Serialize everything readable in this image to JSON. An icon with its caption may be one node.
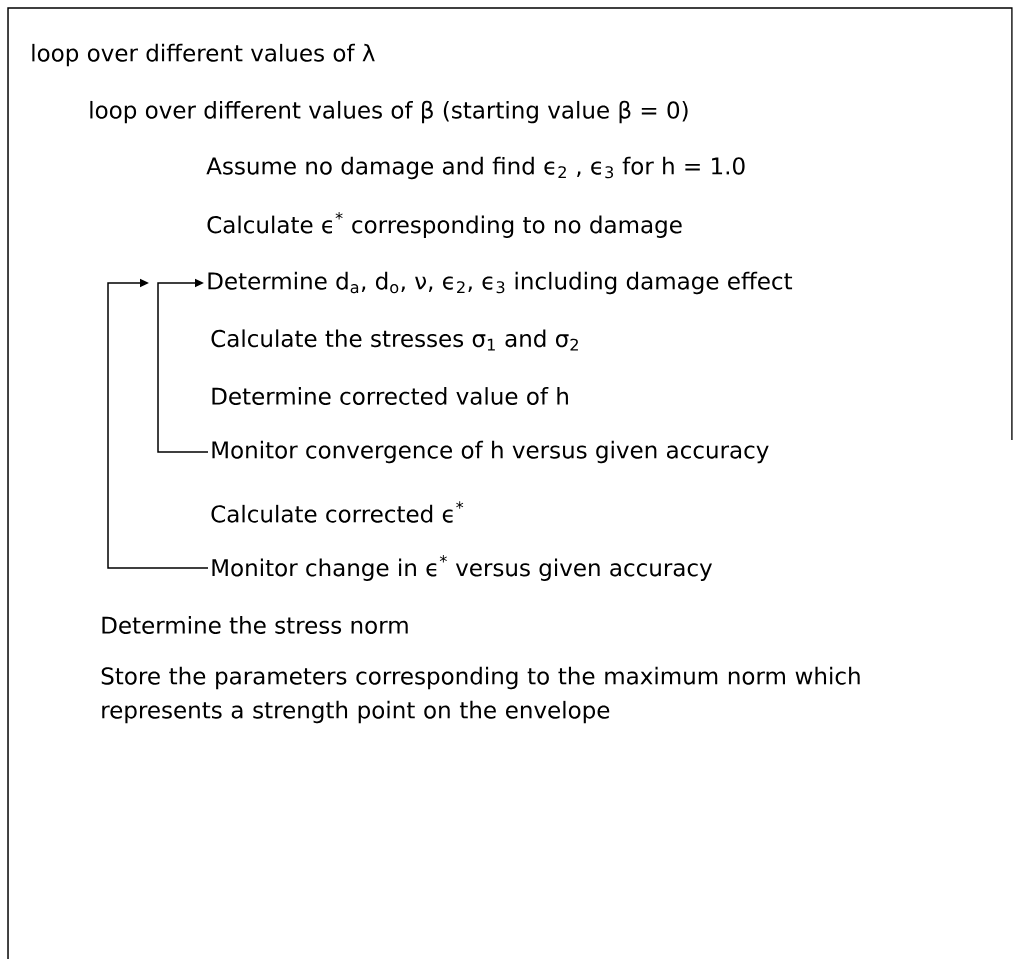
{
  "diagram": {
    "nodes": [
      {
        "text": [
          "loop over different values of λ"
        ]
      },
      {
        "text": [
          "loop over different values of β (starting value β = 0)"
        ]
      },
      {
        "text": [
          "Assume no damage and find ϵ$_{2}$ , ϵ$_{3}$ for h = 1.0"
        ]
      },
      {
        "text": [
          "Calculate ϵ$^{*}$ corresponding to no damage"
        ]
      },
      {
        "text": [
          "Determine d$_{a}$, d$_{o}$, ν, ϵ$_{2}$, ϵ$_{3}$ including damage effect"
        ]
      },
      {
        "text": [
          "Calculate the stresses σ$_{1}$ and σ$_{2}$"
        ]
      },
      {
        "text": [
          "Determine corrected value of h"
        ]
      },
      {
        "text": [
          "Monitor convergence of h versus given accuracy"
        ]
      },
      {
        "text": [
          "Calculate corrected ϵ$^{*}$"
        ]
      },
      {
        "text": [
          "Monitor change in ϵ$^{*}$ versus given accuracy"
        ]
      },
      {
        "text": [
          "Determine the stress norm"
        ]
      },
      {
        "text": [
          "Store the parameters corresponding to the maximum norm which represents a strength point on the envelope"
        ]
      }
    ],
    "edges": [
      {
        "from": 7,
        "to": 4,
        "arrow": "to"
      },
      {
        "from": 9,
        "to": 4,
        "arrow": "to"
      }
    ]
  }
}
